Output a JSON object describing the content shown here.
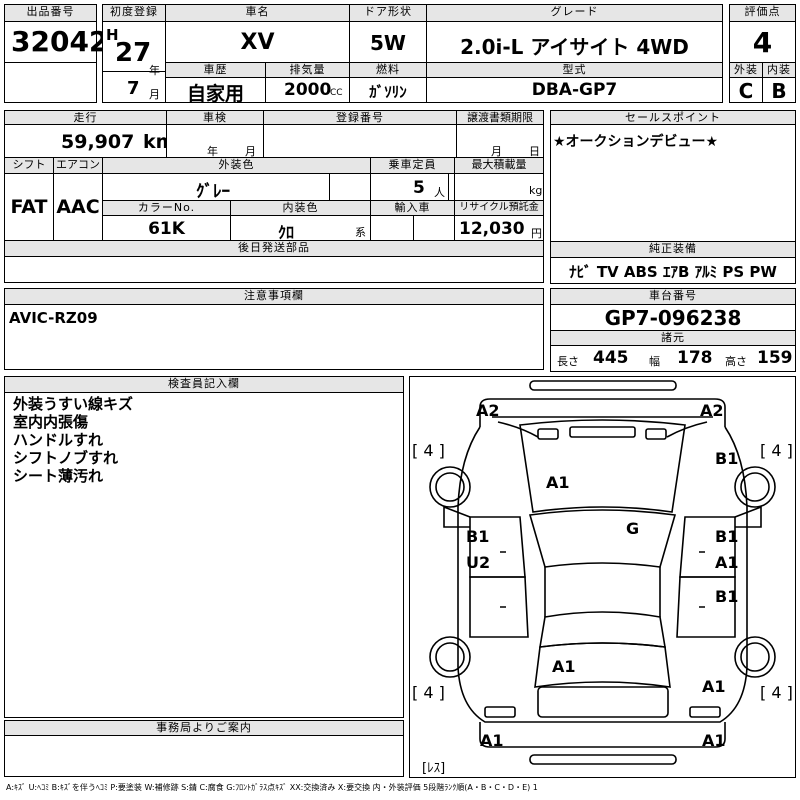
{
  "labels": {
    "lot_no": "出品番号",
    "first_reg": "初度登録",
    "car_name": "車名",
    "door_type": "ドア形状",
    "grade": "グレード",
    "score": "評価点",
    "history": "車歴",
    "displacement": "排気量",
    "fuel": "燃料",
    "model_type": "型式",
    "exterior": "外装",
    "interior": "内装",
    "mileage": "走行",
    "inspection": "車検",
    "reg_no": "登録番号",
    "transfer_limit": "譲渡書類期限",
    "shift": "シフト",
    "aircon": "エアコン",
    "ext_color": "外装色",
    "capacity": "乗車定員",
    "max_load": "最大積載量",
    "color_no": "カラーNo.",
    "int_color": "内装色",
    "import": "輸入車",
    "recycle": "リサイクル預託金",
    "later_parts": "後日発送部品",
    "sales_points": "セールスポイント",
    "genuine_equip": "純正装備",
    "caution": "注意事項欄",
    "chassis_no": "車台番号",
    "specs": "諸元",
    "inspector": "検査員記入欄",
    "office": "事務局よりご案内",
    "year_unit": "年",
    "month_unit": "月",
    "cc_unit": "CC",
    "person_unit": "人",
    "kg_unit": "kg",
    "yen_unit": "円",
    "km_unit": "km",
    "kei_unit": "系",
    "length": "長さ",
    "width": "幅",
    "height": "高さ"
  },
  "values": {
    "lot_no": "32042",
    "era": "H",
    "reg_year": "27",
    "reg_month": "7",
    "car_name": "XV",
    "door_type": "5W",
    "grade": "2.0i-L アイサイト 4WD",
    "score": "4",
    "history": "自家用",
    "displacement": "2000",
    "fuel": "ｶﾞｿﾘﾝ",
    "model_type": "DBA-GP7",
    "exterior_grade": "C",
    "interior_grade": "B",
    "mileage": "59,907",
    "shift": "FAT",
    "aircon": "AAC",
    "ext_color": "ｸﾞﾚｰ",
    "capacity": "5",
    "color_no": "61K",
    "int_color": "ｸﾛ",
    "recycle": "12,030",
    "sales_point": "★オークションデビュー★",
    "equipment": "ﾅﾋﾞ TV ABS ｴｱB ｱﾙﾐ PS PW",
    "caution": "AVIC-RZ09",
    "chassis_no": "GP7-096238",
    "length": "445",
    "width": "178",
    "height": "159"
  },
  "inspector_notes": [
    "外装うすい線キズ",
    "室内内張傷",
    "ハンドルすれ",
    "シフトノブすれ",
    "シート薄汚れ"
  ],
  "diagram_marks": {
    "front_left": "A2",
    "front_right": "A2",
    "tire_fl": "[ 4 ]",
    "tire_fr": "[ 4 ]",
    "tire_rl": "[ 4 ]",
    "tire_rr": "[ 4 ]",
    "right_fender": "B1",
    "hood": "A1",
    "glass": "G",
    "left_front_door": "B1",
    "left_side_u2": "U2",
    "right_front_door": "B1",
    "right_front_door_a1": "A1",
    "right_rear_door": "B1",
    "rear_roof": "A1",
    "right_quarter": "A1",
    "rear_left": "A1",
    "rear_right": "A1",
    "spare": "[ﾚｽ]"
  },
  "legend": "A:ｷｽﾞ U:ﾍｺﾐ B:ｷｽﾞを伴うﾍｺﾐ P:要塗装 W:補修跡 S:錆 C:腐食 G:ﾌﾛﾝﾄｶﾞﾗｽ点ｷｽﾞ XX:交換済み X:要交換 内・外装評価 5段階ﾗﾝｸ順(A・B・C・D・E) 1"
}
